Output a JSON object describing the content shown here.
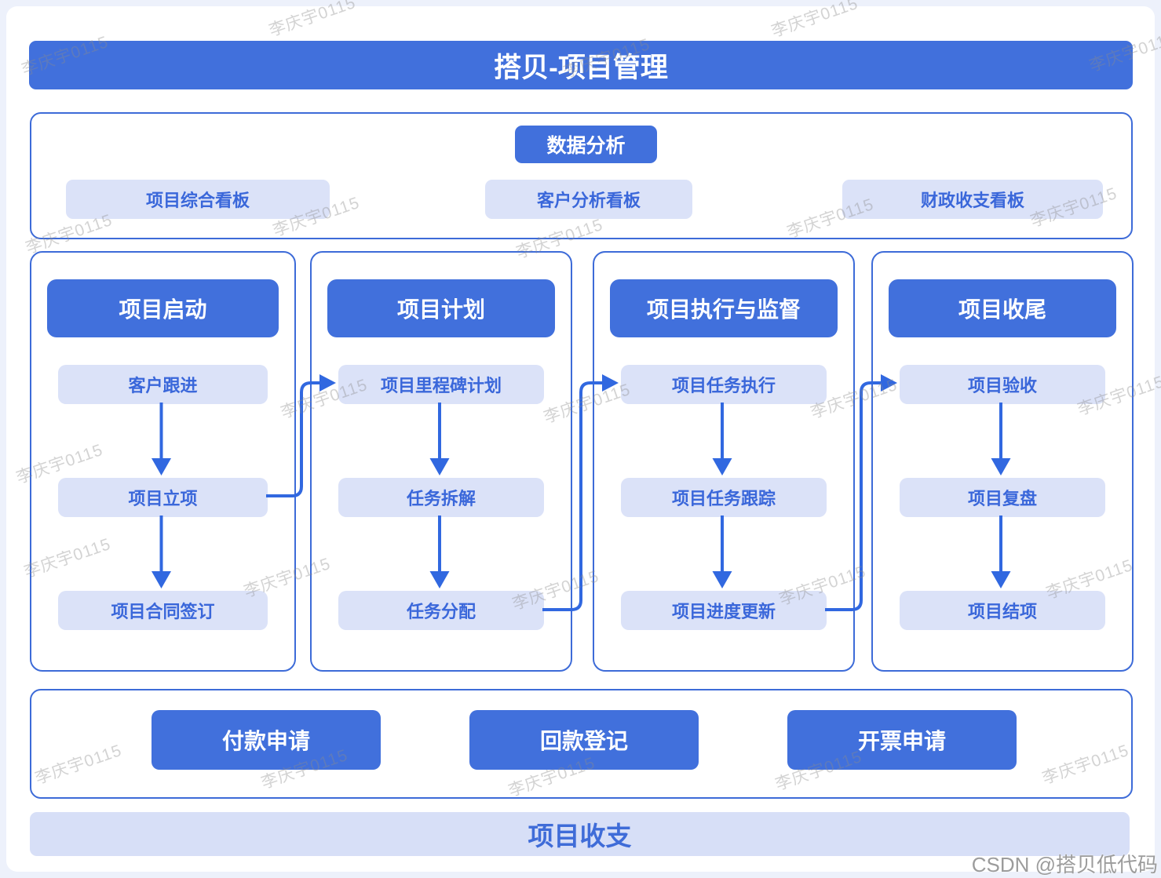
{
  "title": "搭贝-项目管理",
  "colors": {
    "primary_blue": "#4170dc",
    "border_blue": "#3d6bd8",
    "light_chip": "#dbe2f8",
    "chip_text_blue": "#3a67da",
    "connector_blue": "#3168e0",
    "page_background": "#edf1fb",
    "bottom_bar_background": "#d7dff7"
  },
  "analysis": {
    "title": "数据分析",
    "items": [
      {
        "label": "项目综合看板"
      },
      {
        "label": "客户分析看板"
      },
      {
        "label": "财政收支看板"
      }
    ]
  },
  "columns": [
    {
      "title": "项目启动",
      "steps": [
        "客户跟进",
        "项目立项",
        "项目合同签订"
      ]
    },
    {
      "title": "项目计划",
      "steps": [
        "项目里程碑计划",
        "任务拆解",
        "任务分配"
      ]
    },
    {
      "title": "项目执行与监督",
      "steps": [
        "项目任务执行",
        "项目任务跟踪",
        "项目进度更新"
      ]
    },
    {
      "title": "项目收尾",
      "steps": [
        "项目验收",
        "项目复盘",
        "项目结项"
      ]
    }
  ],
  "finance": {
    "buttons": [
      "付款申请",
      "回款登记",
      "开票申请"
    ]
  },
  "bottom_bar": "项目收支",
  "watermark": {
    "text": "李庆宇0115"
  },
  "credit": "CSDN @搭贝低代码"
}
